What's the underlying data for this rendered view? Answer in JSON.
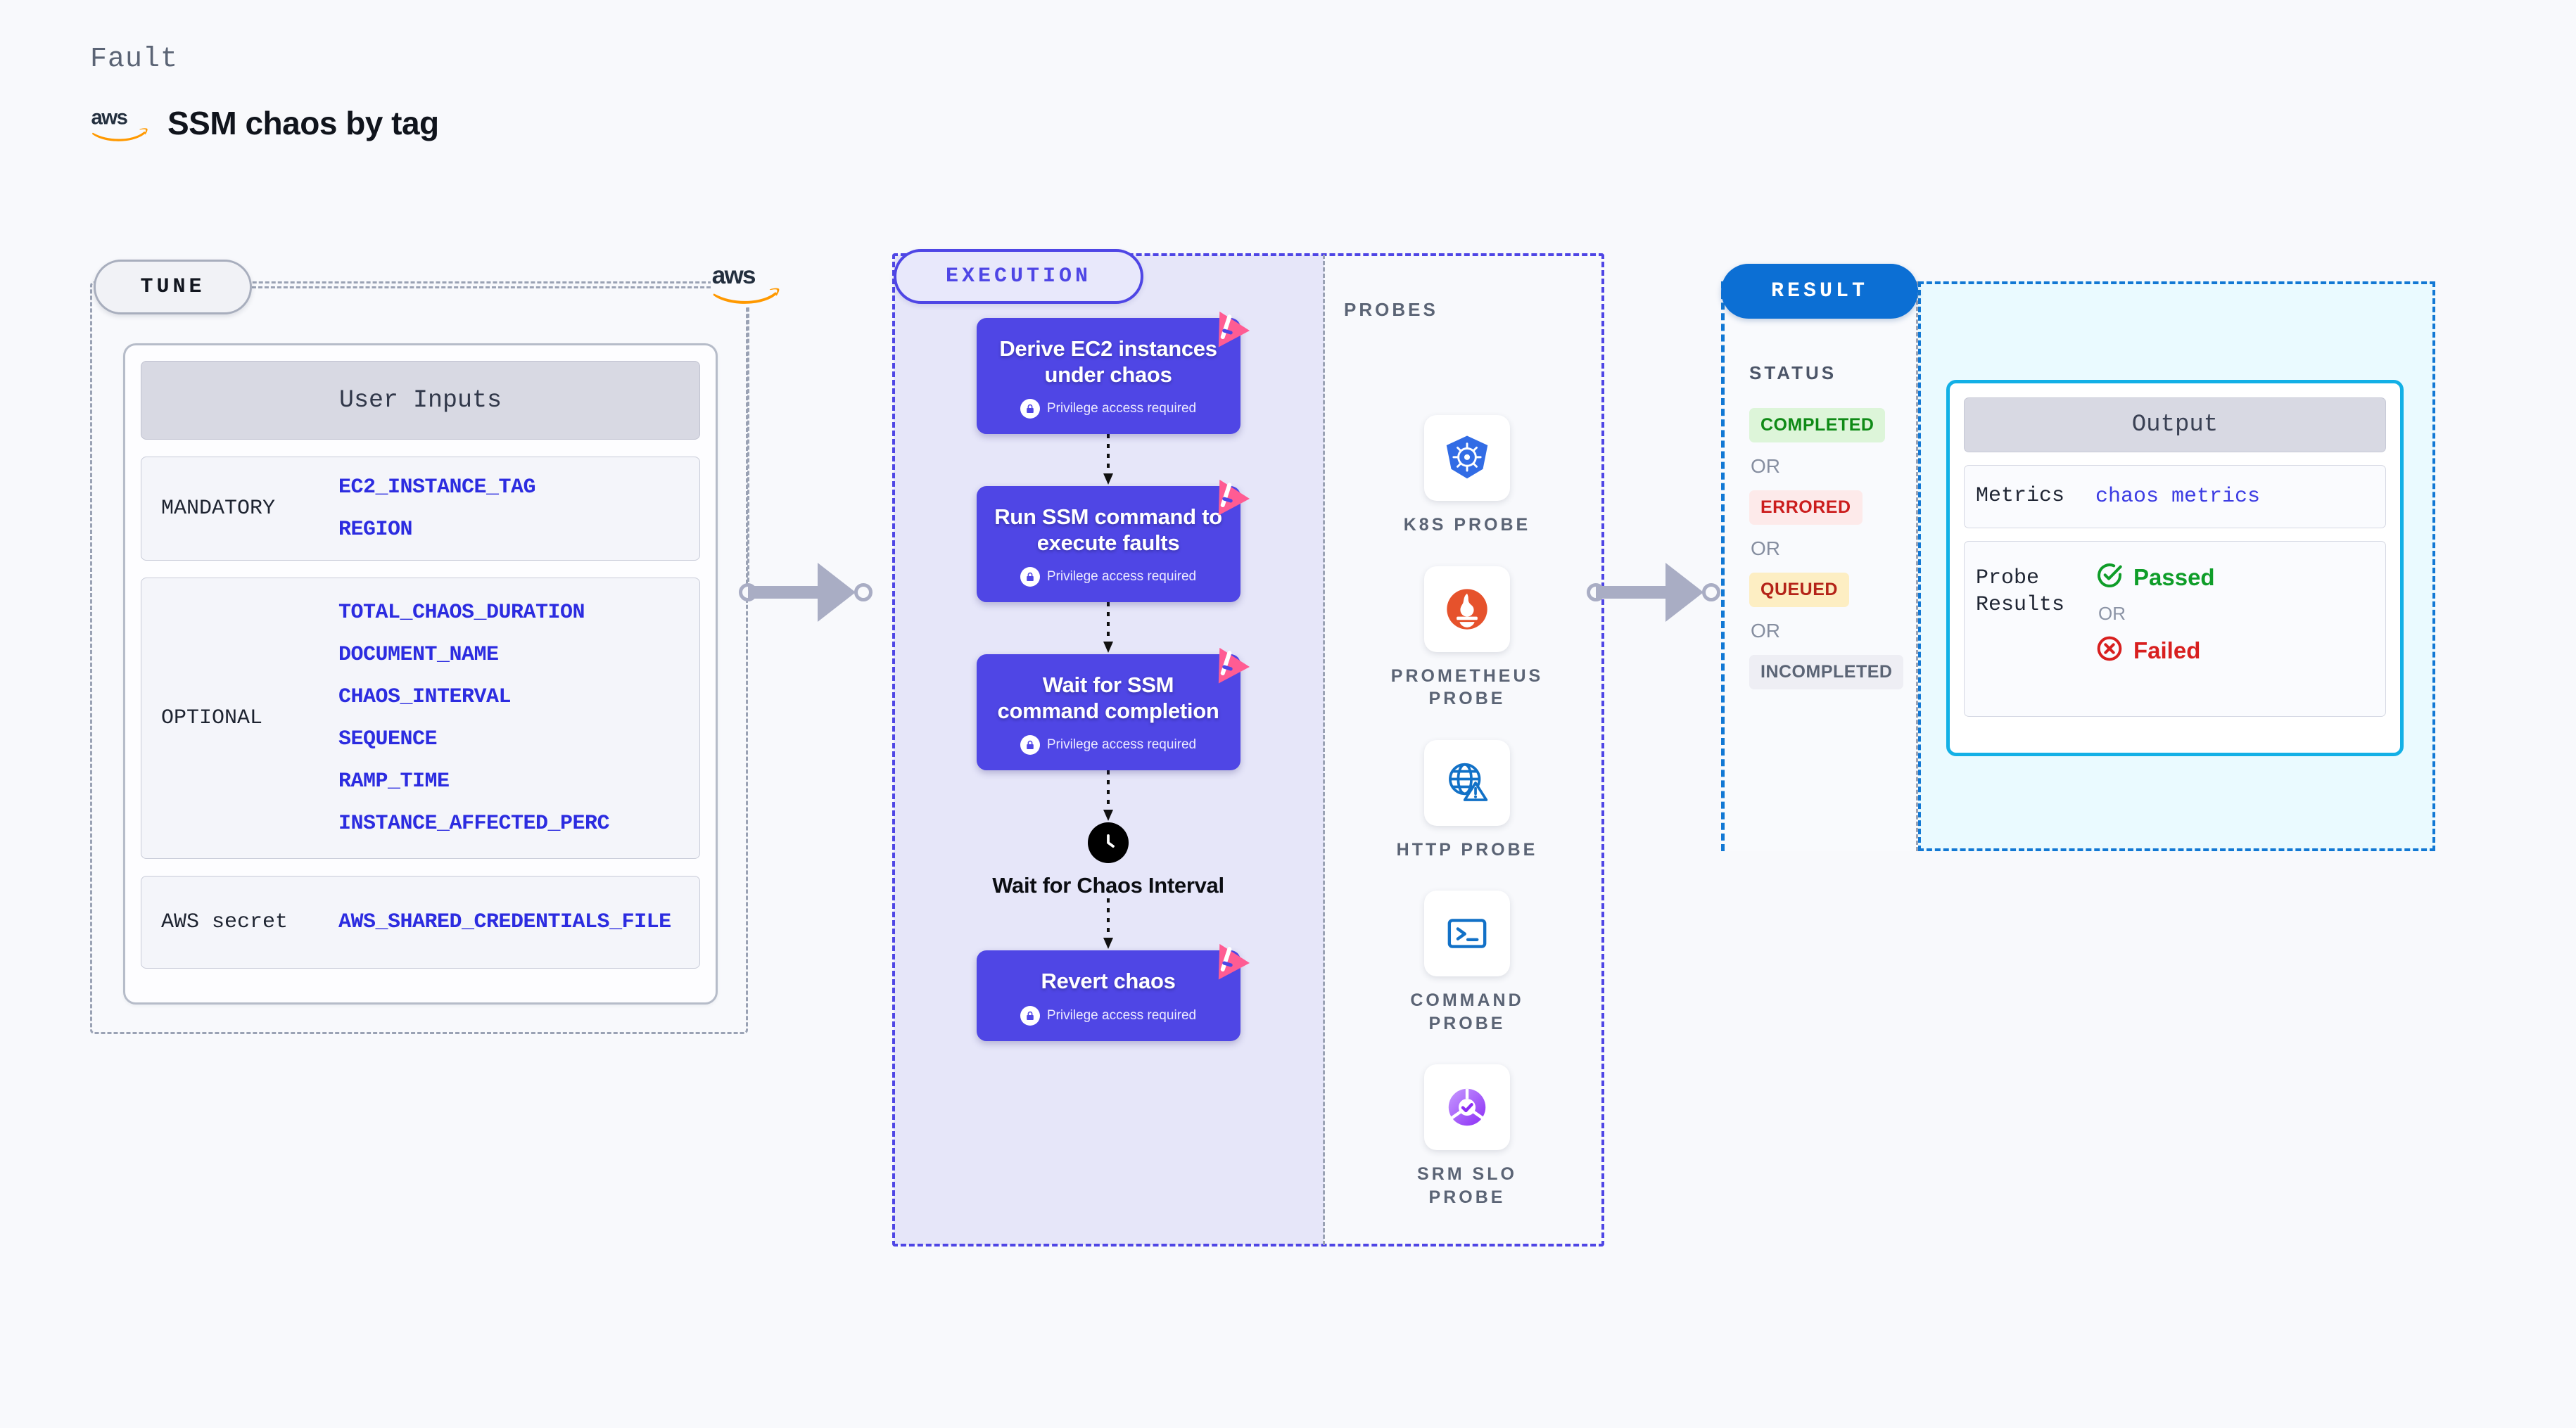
{
  "header": {
    "kicker": "Fault",
    "title": "SSM chaos by tag",
    "logo_icon": "aws-logo"
  },
  "tune": {
    "badge": "TUNE",
    "aws_icon": "aws-logo",
    "card_title": "User Inputs",
    "groups": [
      {
        "label": "MANDATORY",
        "params": [
          "EC2_INSTANCE_TAG",
          "REGION"
        ]
      },
      {
        "label": "OPTIONAL",
        "params": [
          "TOTAL_CHAOS_DURATION",
          "DOCUMENT_NAME",
          "CHAOS_INTERVAL",
          "SEQUENCE",
          "RAMP_TIME",
          "INSTANCE_AFFECTED_PERC"
        ]
      },
      {
        "label": "AWS secret",
        "params": [
          "AWS_SHARED_CREDENTIALS_FILE"
        ]
      }
    ]
  },
  "execution": {
    "badge": "EXECUTION",
    "privilege_note": "Privilege access required",
    "steps": [
      {
        "title": "Derive EC2 instances under chaos",
        "privileged": true,
        "type": "card"
      },
      {
        "title": "Run SSM command to execute faults",
        "privileged": true,
        "type": "card"
      },
      {
        "title": "Wait for SSM command completion",
        "privileged": true,
        "type": "card"
      },
      {
        "title": "Wait for Chaos Interval",
        "privileged": false,
        "type": "clock"
      },
      {
        "title": "Revert chaos",
        "privileged": true,
        "type": "card"
      }
    ]
  },
  "probes": {
    "title": "PROBES",
    "items": [
      {
        "label": "K8S PROBE",
        "icon": "kubernetes-icon"
      },
      {
        "label": "PROMETHEUS PROBE",
        "icon": "prometheus-icon"
      },
      {
        "label": "HTTP PROBE",
        "icon": "globe-warning-icon"
      },
      {
        "label": "COMMAND PROBE",
        "icon": "terminal-icon"
      },
      {
        "label": "SRM SLO PROBE",
        "icon": "srm-slo-icon"
      }
    ]
  },
  "result": {
    "badge": "RESULT",
    "status_label": "STATUS",
    "or_text": "OR",
    "statuses": [
      {
        "label": "COMPLETED",
        "bg": "#ddf5d9",
        "fg": "#0f8a16"
      },
      {
        "label": "ERRORED",
        "bg": "#fdeaea",
        "fg": "#cb1d1d"
      },
      {
        "label": "QUEUED",
        "bg": "#fdeec3",
        "fg": "#b42318"
      },
      {
        "label": "INCOMPLETED",
        "bg": "#eeeef4",
        "fg": "#5b6475"
      }
    ],
    "output": {
      "title": "Output",
      "metrics_label": "Metrics",
      "metrics_value": "chaos metrics",
      "probe_results_label": "Probe Results",
      "passed_label": "Passed",
      "failed_label": "Failed",
      "or_text": "OR"
    }
  },
  "colors": {
    "indigo": "#4f46e5",
    "aws_orange": "#ff9900",
    "result_blue": "#0c6fd4",
    "output_cyan": "#13b0e6",
    "litmus_pink": "#ff5c93",
    "param_blue": "#2c2ce0"
  }
}
